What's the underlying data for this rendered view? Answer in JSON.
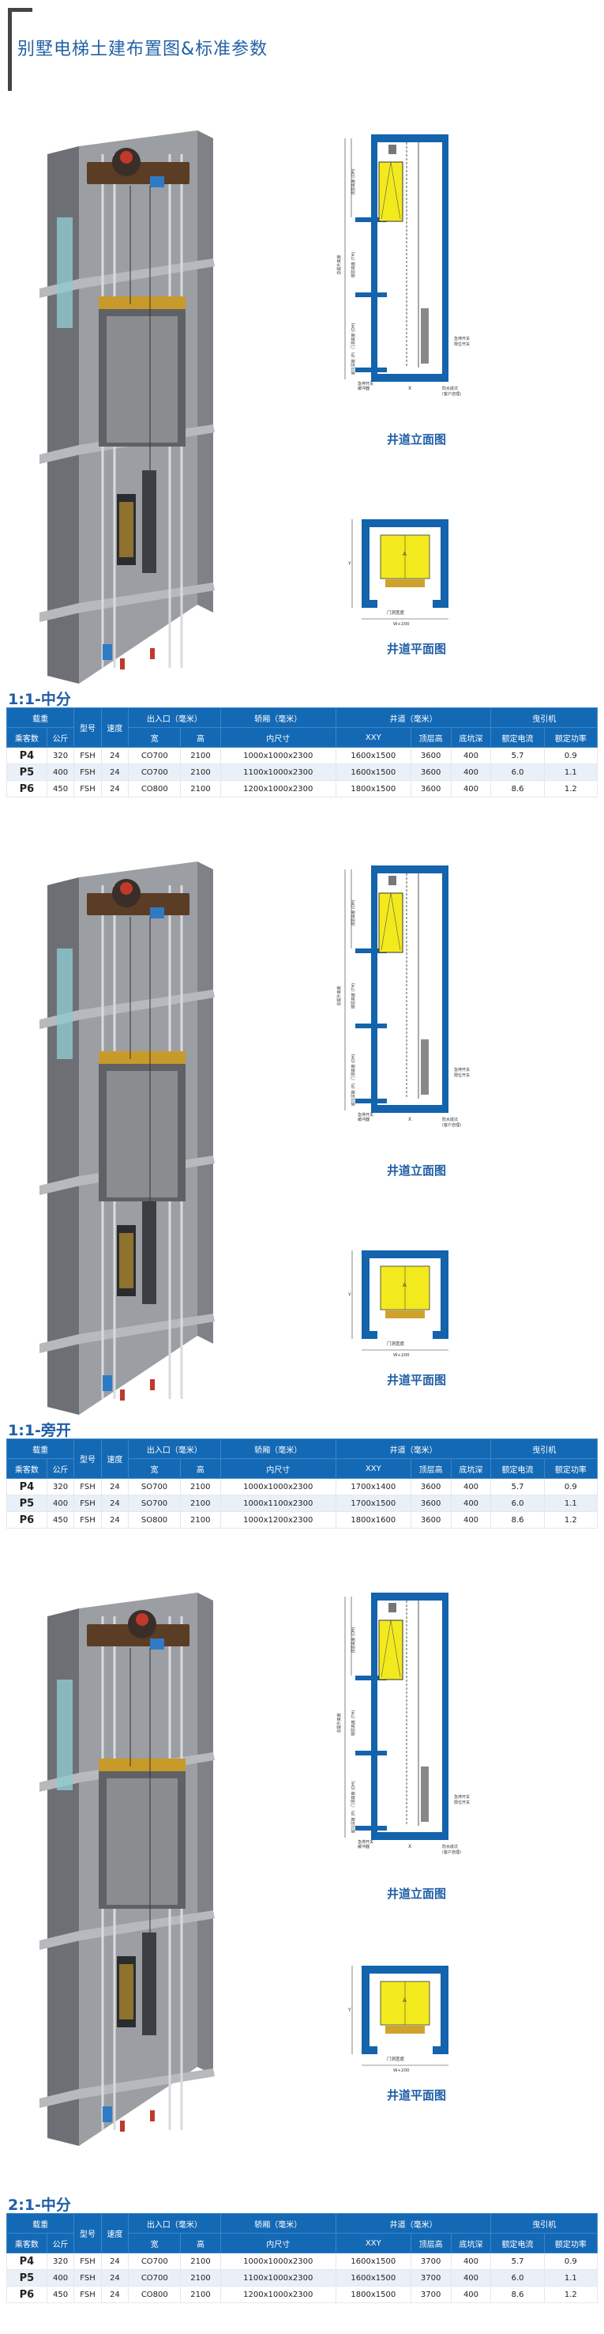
{
  "title": "别墅电梯土建布置图&标准参数",
  "captions": {
    "elevation": "井道立面图",
    "plan": "井道平面图"
  },
  "drawing_labels": {
    "top_height": "顶层高度 (OH)",
    "total_height": "总提升高度",
    "floor_height": "楼层高度 (TH)",
    "door_height": "门洞高度 (DH)",
    "pit_depth": "底坑深度 (P)",
    "pit_switch": "急停开关",
    "buffer": "缓冲器",
    "top_switch": "急停开关",
    "bottom_switch": "限位开关",
    "waterproof": "防水底坑",
    "customer": "(客户自理)",
    "door_width": "门洞宽度",
    "w_plus": "W+200",
    "x_label": "X",
    "y_label": "Y",
    "a_label": "A"
  },
  "table_headers": {
    "load": "载重",
    "load_persons": "乘客数",
    "load_kg": "公斤",
    "model": "型号",
    "speed": "速度",
    "entrance": "出入口（毫米）",
    "entrance_w": "宽",
    "entrance_h": "高",
    "car": "轿厢（毫米）",
    "car_size": "内尺寸",
    "shaft": "井道（毫米）",
    "shaft_xy": "XXY",
    "shaft_oh": "顶层高",
    "shaft_pit": "底坑深",
    "traction": "曳引机",
    "rated_current": "额定电流",
    "rated_power": "额定功率"
  },
  "sections": [
    {
      "label": "1:1-中分",
      "rows": [
        {
          "model": "P4",
          "kg": "320",
          "type": "FSH",
          "speed": "24",
          "door": "CO700",
          "dh": "2100",
          "car": "1000x1000x2300",
          "xy": "1600x1500",
          "oh": "3600",
          "pit": "400",
          "current": "5.7",
          "power": "0.9"
        },
        {
          "model": "P5",
          "kg": "400",
          "type": "FSH",
          "speed": "24",
          "door": "CO700",
          "dh": "2100",
          "car": "1100x1000x2300",
          "xy": "1600x1500",
          "oh": "3600",
          "pit": "400",
          "current": "6.0",
          "power": "1.1"
        },
        {
          "model": "P6",
          "kg": "450",
          "type": "FSH",
          "speed": "24",
          "door": "CO800",
          "dh": "2100",
          "car": "1200x1000x2300",
          "xy": "1800x1500",
          "oh": "3600",
          "pit": "400",
          "current": "8.6",
          "power": "1.2"
        }
      ]
    },
    {
      "label": "1:1-旁开",
      "rows": [
        {
          "model": "P4",
          "kg": "320",
          "type": "FSH",
          "speed": "24",
          "door": "SO700",
          "dh": "2100",
          "car": "1000x1000x2300",
          "xy": "1700x1400",
          "oh": "3600",
          "pit": "400",
          "current": "5.7",
          "power": "0.9"
        },
        {
          "model": "P5",
          "kg": "400",
          "type": "FSH",
          "speed": "24",
          "door": "SO700",
          "dh": "2100",
          "car": "1000x1100x2300",
          "xy": "1700x1500",
          "oh": "3600",
          "pit": "400",
          "current": "6.0",
          "power": "1.1"
        },
        {
          "model": "P6",
          "kg": "450",
          "type": "FSH",
          "speed": "24",
          "door": "SO800",
          "dh": "2100",
          "car": "1000x1200x2300",
          "xy": "1800x1600",
          "oh": "3600",
          "pit": "400",
          "current": "8.6",
          "power": "1.2"
        }
      ]
    },
    {
      "label": "2:1-中分",
      "rows": [
        {
          "model": "P4",
          "kg": "320",
          "type": "FSH",
          "speed": "24",
          "door": "CO700",
          "dh": "2100",
          "car": "1000x1000x2300",
          "xy": "1600x1500",
          "oh": "3700",
          "pit": "400",
          "current": "5.7",
          "power": "0.9"
        },
        {
          "model": "P5",
          "kg": "400",
          "type": "FSH",
          "speed": "24",
          "door": "CO700",
          "dh": "2100",
          "car": "1100x1000x2300",
          "xy": "1600x1500",
          "oh": "3700",
          "pit": "400",
          "current": "6.0",
          "power": "1.1"
        },
        {
          "model": "P6",
          "kg": "450",
          "type": "FSH",
          "speed": "24",
          "door": "CO800",
          "dh": "2100",
          "car": "1200x1000x2300",
          "xy": "1800x1500",
          "oh": "3700",
          "pit": "400",
          "current": "8.6",
          "power": "1.2"
        }
      ]
    }
  ],
  "colors": {
    "accent": "#1f5ea6",
    "header": "#1469b5",
    "shaft_wall": "#1363ad",
    "car": "#f2ea1c",
    "concrete": "#8b8d92"
  }
}
